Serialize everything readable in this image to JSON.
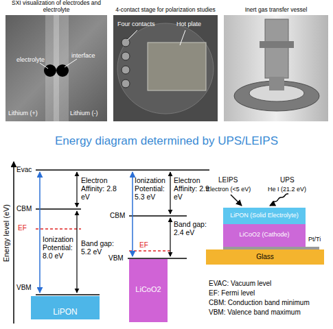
{
  "diagram": {
    "title": "Energy diagram determined by UPS/LEIPS",
    "nodes": [
      {
        "text": [
          "SXI visualization of electrodes and electrolyte",
          "electrolyte",
          "interface",
          "Lithium (+)",
          "Lithium (-)"
        ]
      },
      {
        "text": [
          "4-contact stage for polarization studies",
          "Four contacts",
          "Hot plate"
        ]
      },
      {
        "text": [
          "Inert gas transfer vessel"
        ]
      },
      {
        "text": [
          "LiPON"
        ]
      },
      {
        "text": [
          "LiCoO2"
        ]
      },
      {
        "text": [
          "LiPON (Solid Electrolyte)"
        ]
      },
      {
        "text": [
          "LiCoO2 (Cathode)"
        ]
      },
      {
        "text": [
          "Pt/Ti"
        ]
      },
      {
        "text": [
          "Glass"
        ]
      }
    ],
    "labels": [
      "Evac",
      "CBM",
      "EF",
      "VBM",
      "Electron Affinity: 2.8 eV",
      "Ionization Potential: 8.0 eV",
      "Band gap: 5.2 eV",
      "Ionization Potential: 5.3 eV",
      "Electron Affinity: 2.9 eV",
      "CBM",
      "EF",
      "Band gap: 2.4 eV",
      "VBM",
      "LEIPS",
      "UPS",
      "Electron (<5 eV)",
      "He I (21.2 eV)",
      "Energy level (eV)",
      "EVAC: Vacuum level",
      "EF: Fermi level",
      "CBM: Conduction band minimum",
      "VBM: Valence band maximum"
    ]
  }
}
